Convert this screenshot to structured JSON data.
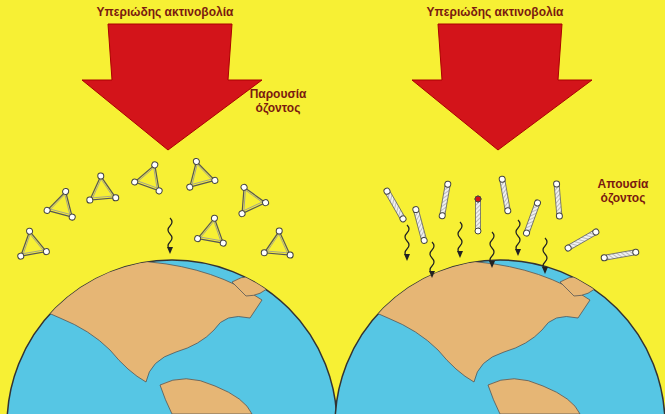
{
  "diagram": {
    "labels": [
      "Υπεριώδης ακτινοβολία",
      "Παρουσία όζοντος",
      "Υπεριώδης ακτινοβολία",
      "Απουσία όζοντος"
    ]
  }
}
